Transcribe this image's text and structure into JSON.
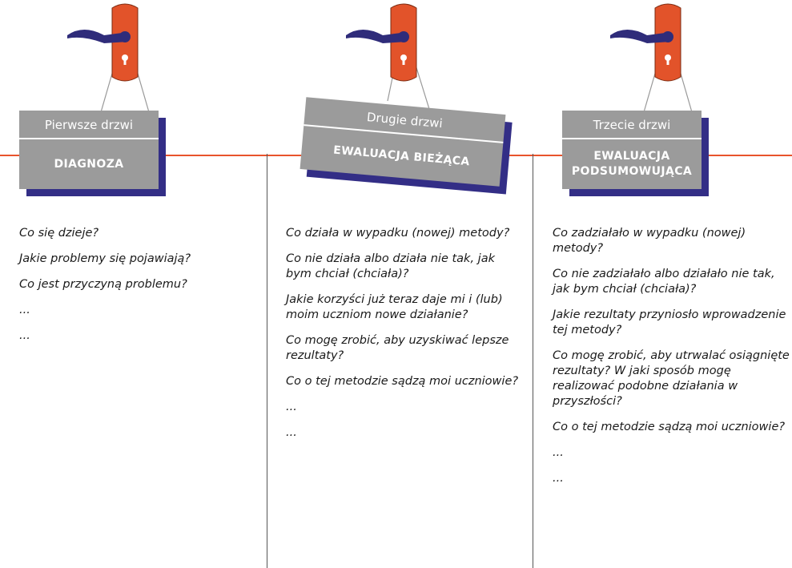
{
  "colors": {
    "line": "#e8542c",
    "door": "#e2532a",
    "handle": "#2f2c7a",
    "sign": "#9b9b9b",
    "shadow": "#332e86"
  },
  "doors": [
    {
      "top_label": "Pierwsze drzwi",
      "main_label": "DIAGNOZA",
      "questions": [
        "Co się dzieje?",
        "Jakie problemy się pojawiają?",
        "Co jest przyczyną problemu?",
        "...",
        "..."
      ]
    },
    {
      "top_label": "Drugie drzwi",
      "main_label": "EWALUACJA BIEŻĄCA",
      "questions": [
        "Co działa w wypadku (nowej) metody?",
        "Co nie działa albo działa nie tak, jak bym chciał (chciała)?",
        "Jakie korzyści już teraz daje mi i (lub) moim uczniom nowe działanie?",
        "Co mogę zrobić, aby uzyskiwać lepsze rezultaty?",
        "Co o tej metodzie sądzą moi uczniowie?",
        "...",
        "..."
      ]
    },
    {
      "top_label": "Trzecie drzwi",
      "main_label": "EWALUACJA PODSUMOWUJĄCA",
      "questions": [
        "Co zadziałało w wypadku (nowej) metody?",
        "Co nie zadziałało albo działało nie tak, jak bym chciał (chciała)?",
        "Jakie rezultaty przyniosło wprowadzenie tej metody?",
        "Co mogę zrobić, aby utrwalać osiągnięte rezultaty? W jaki sposób mogę realizować podobne działania w przyszłości?",
        "Co o tej metodzie sądzą moi uczniowie?",
        "...",
        "..."
      ]
    }
  ]
}
